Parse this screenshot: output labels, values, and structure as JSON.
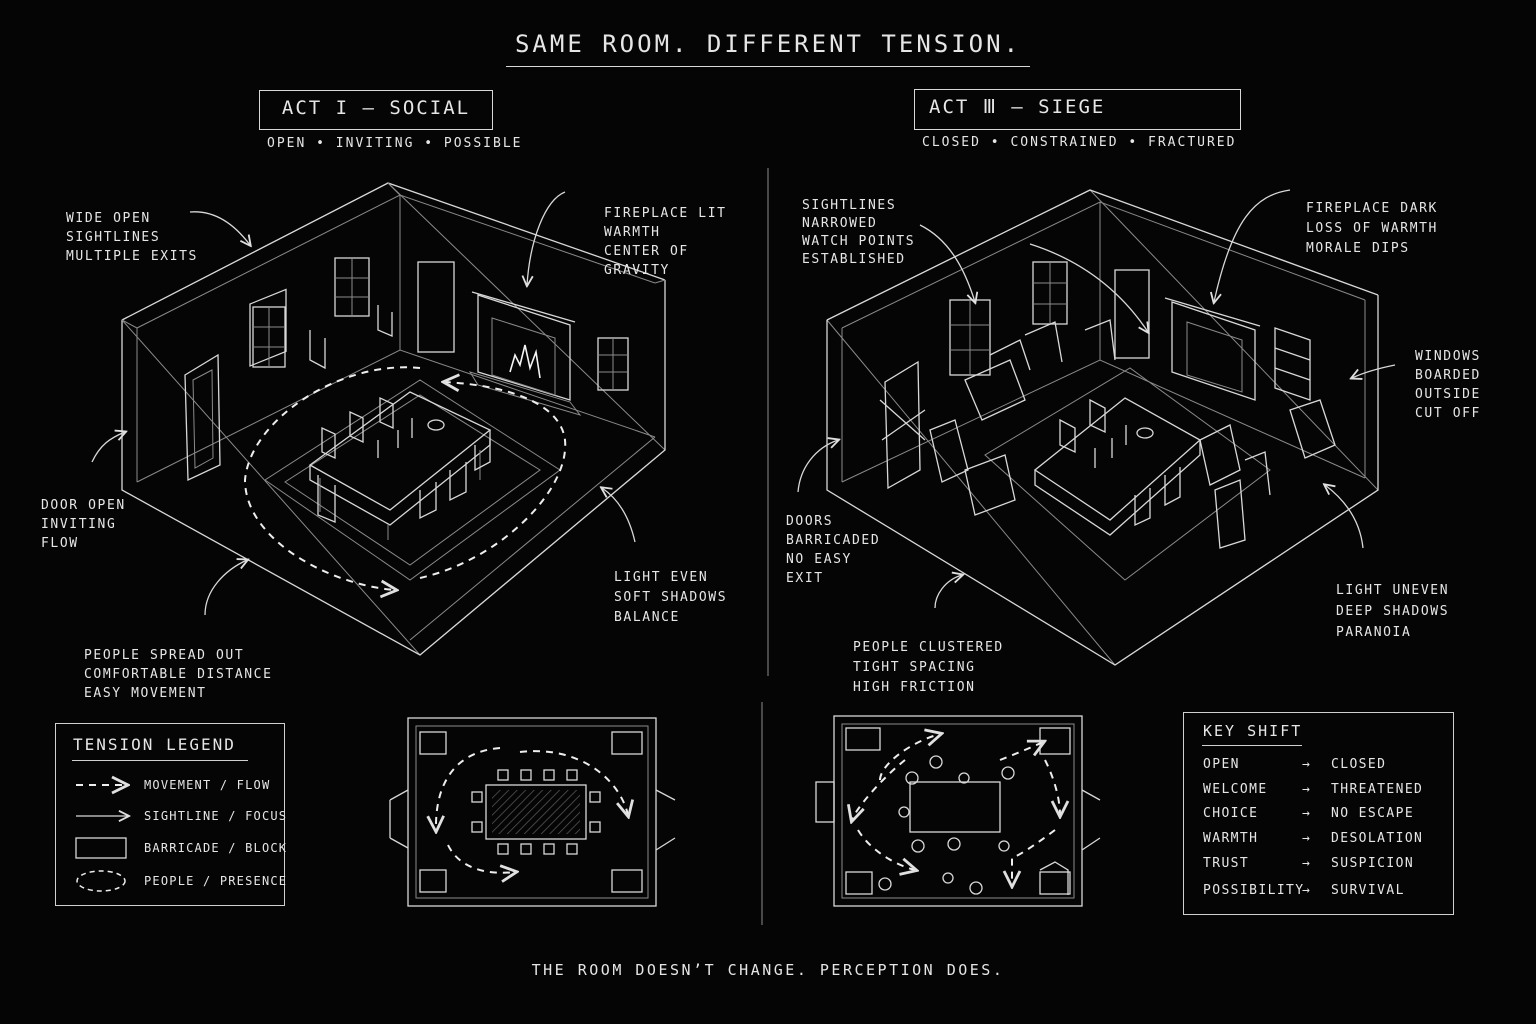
{
  "title": "Same room. Different tension.",
  "act1": {
    "label": "Act I – Social",
    "tagline": "Open • Inviting • Possible",
    "notes": {
      "sightlines": [
        "Wide open",
        "sightlines",
        "multiple exits"
      ],
      "fireplace": [
        "Fireplace lit",
        "warmth",
        "center of",
        "gravity"
      ],
      "door": [
        "Door open",
        "inviting",
        "flow"
      ],
      "light": [
        "Light even",
        "soft shadows",
        "balance"
      ],
      "people": [
        "People spread out",
        "comfortable distance",
        "easy movement"
      ]
    }
  },
  "act3": {
    "label": "Act Ⅲ – Siege",
    "tagline": "Closed • Constrained • Fractured",
    "notes": {
      "sightlines": [
        "Sightlines",
        "narrowed",
        "watch points",
        "established"
      ],
      "fireplace": [
        "Fireplace dark",
        "loss of warmth",
        "morale dips"
      ],
      "windows": [
        "Windows",
        "boarded",
        "outside",
        "cut off"
      ],
      "doors": [
        "Doors",
        "barricaded",
        "no easy",
        "exit"
      ],
      "light": [
        "Light uneven",
        "deep shadows",
        "paranoia"
      ],
      "people": [
        "People clustered",
        "tight spacing",
        "high friction"
      ]
    }
  },
  "legend": {
    "title": "Tension Legend",
    "items": [
      {
        "label": "Movement / Flow",
        "icon": "dashed-arrow-icon"
      },
      {
        "label": "Sightline / Focus",
        "icon": "solid-arrow-icon"
      },
      {
        "label": "Barricade / Block",
        "icon": "hatched-block-icon"
      },
      {
        "label": "People / Presence",
        "icon": "dashed-ellipse-icon"
      }
    ]
  },
  "key_shift": {
    "title": "Key Shift",
    "arrow": "→",
    "rows": [
      {
        "from": "Open",
        "to": "Closed"
      },
      {
        "from": "Welcome",
        "to": "Threatened"
      },
      {
        "from": "Choice",
        "to": "No escape"
      },
      {
        "from": "Warmth",
        "to": "Desolation"
      },
      {
        "from": "Trust",
        "to": "Suspicion"
      },
      {
        "from": "Possibility",
        "to": "Survival"
      }
    ]
  },
  "footer": "The room doesn’t change. Perception does.",
  "colors": {
    "background": "#050505",
    "ink": "#e6e6e6"
  }
}
